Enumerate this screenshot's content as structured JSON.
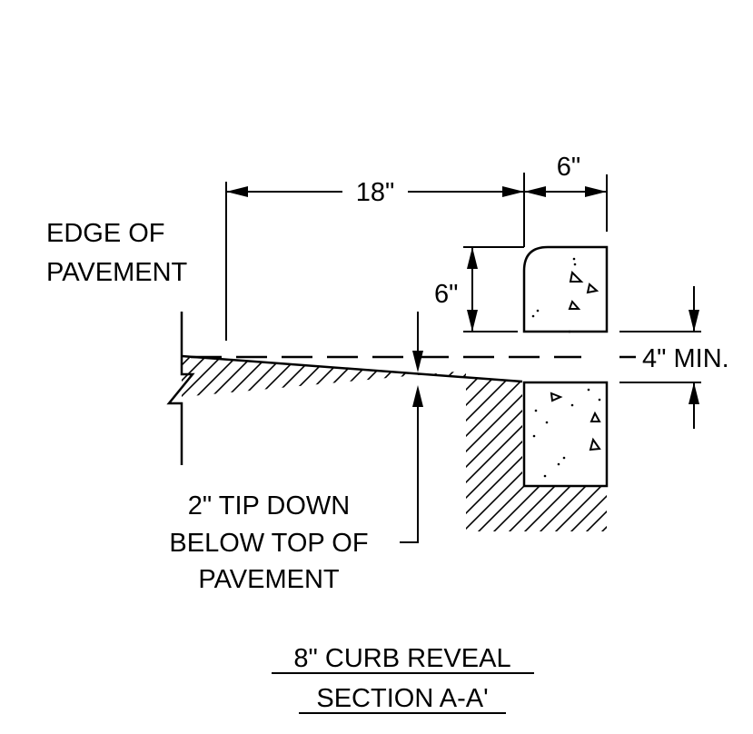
{
  "dimensions": {
    "width_18": "18\"",
    "width_6": "6\"",
    "height_6": "6\"",
    "reveal_4_min": "4\" MIN."
  },
  "callouts": {
    "edge_line1": "EDGE OF",
    "edge_line2": "PAVEMENT",
    "tip_line1": "2\" TIP DOWN",
    "tip_line2": "BELOW TOP OF",
    "tip_line3": "PAVEMENT"
  },
  "title": {
    "line1": "8\" CURB REVEAL",
    "line2": "SECTION A-A'"
  },
  "colors": {
    "ink": "#000000",
    "paper": "#ffffff"
  }
}
